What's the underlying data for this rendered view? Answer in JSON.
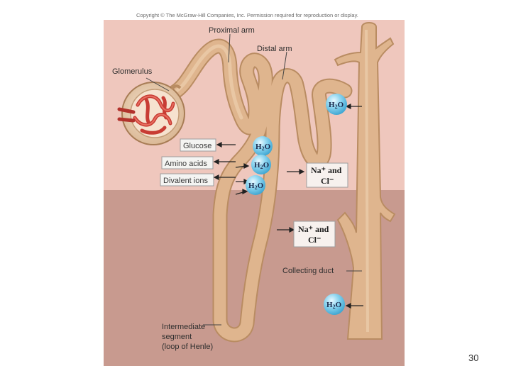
{
  "copyright": "Copyright © The McGraw-Hill Companies, Inc. Permission required for reproduction or display.",
  "labels": {
    "proximal_arm": "Proximal arm",
    "distal_arm": "Distal arm",
    "glomerulus": "Glomerulus",
    "collecting_duct": "Collecting duct",
    "intermediate_1": "Intermediate",
    "intermediate_2": "segment",
    "intermediate_3": "(loop of Henle)"
  },
  "reabsorbed_boxes": {
    "glucose": "Glucose",
    "amino_acids": "Amino acids",
    "divalent_ions": "Divalent ions"
  },
  "water": {
    "H": "H",
    "sub": "2",
    "O": "O"
  },
  "ion_boxes": {
    "line1": "Na⁺ and",
    "line2": "Cl⁻"
  },
  "colors": {
    "cortex": "#efc7bd",
    "medulla": "#c89a8f",
    "tubule": "#ddb38c",
    "water_drop": "#7fd0ec"
  },
  "page_number": "30"
}
